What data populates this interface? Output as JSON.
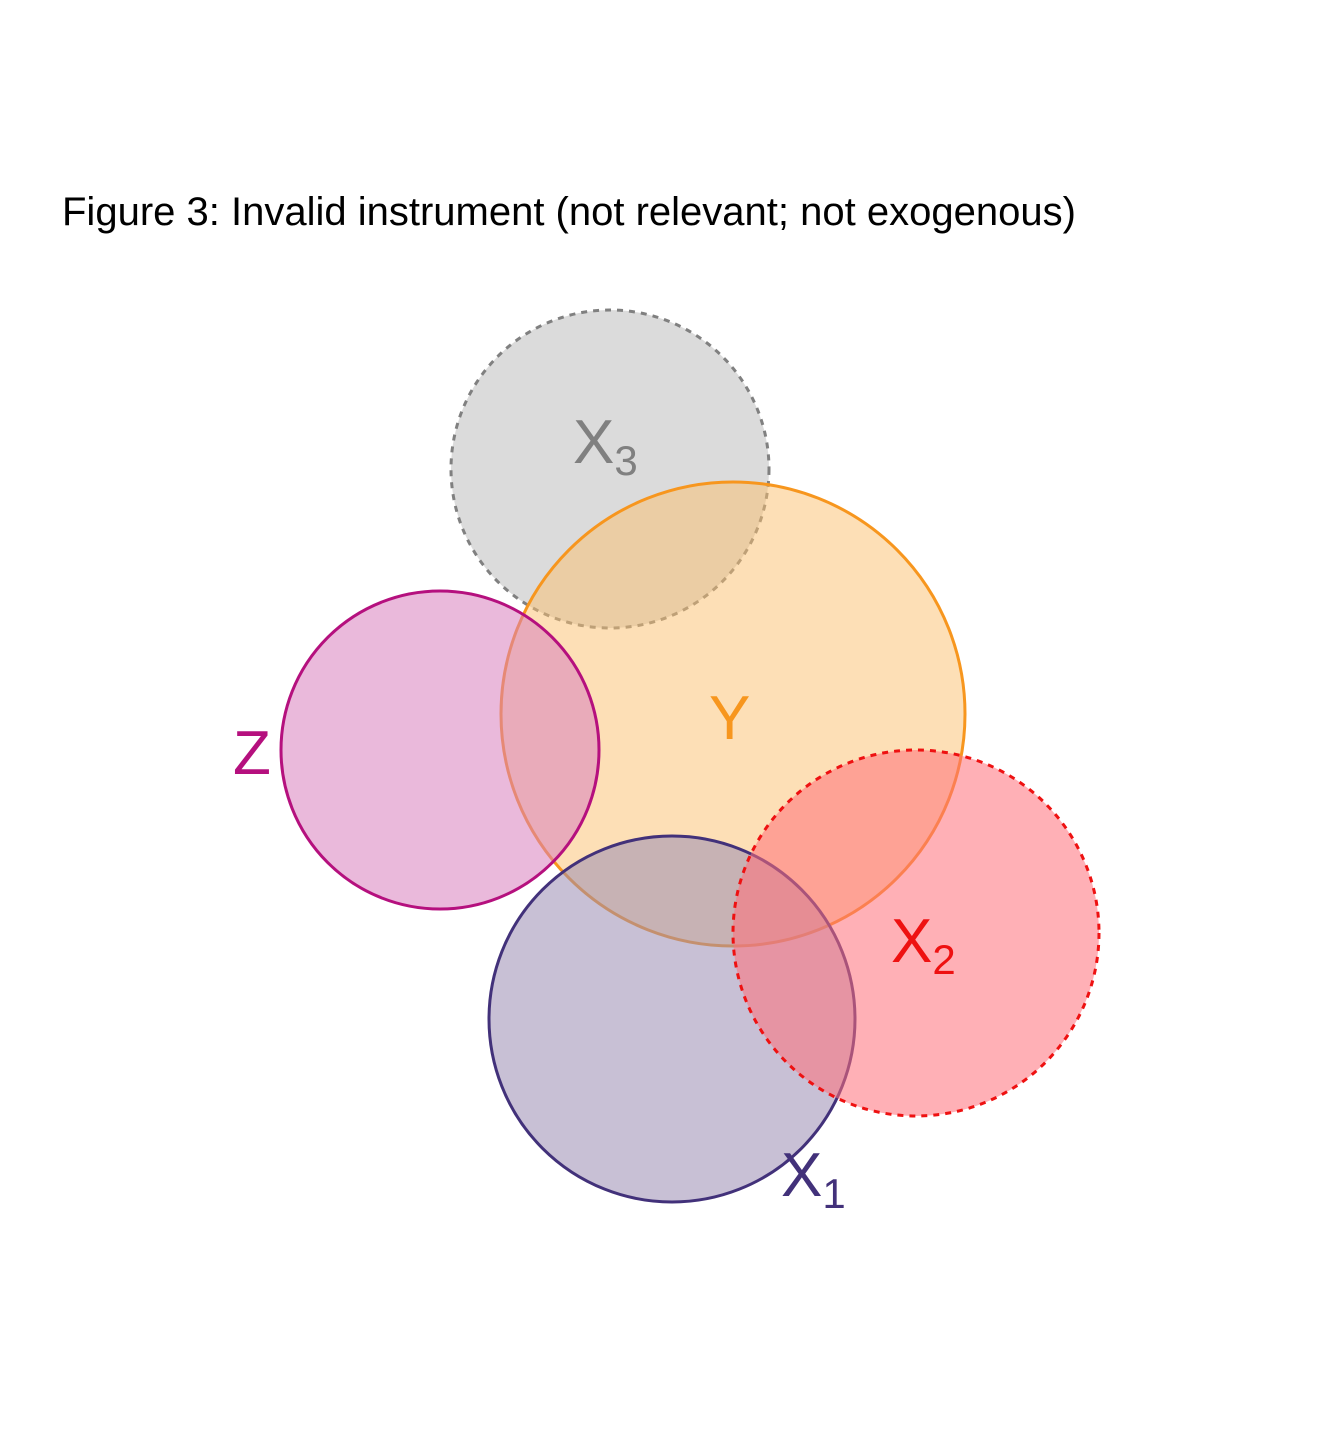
{
  "title": "Figure 3: Invalid instrument (not relevant; not exogenous)",
  "circles": {
    "x3": {
      "label": "X",
      "subscript": "3",
      "fill": "#bdbdbd",
      "stroke": "#808080",
      "text_color": "#808080"
    },
    "y": {
      "label": "Y",
      "subscript": "",
      "fill": "#fcbf6e",
      "stroke": "#f7961e",
      "text_color": "#f7961e"
    },
    "z": {
      "label": "Z",
      "subscript": "",
      "fill": "#d97fbd",
      "stroke": "#b5107e",
      "text_color": "#b5107e"
    },
    "x1": {
      "label": "X",
      "subscript": "1",
      "fill": "#9a8cb3",
      "stroke": "#42317a",
      "text_color": "#42317a"
    },
    "x2": {
      "label": "X",
      "subscript": "2",
      "fill": "#ff6f7a",
      "stroke": "#ee1111",
      "text_color": "#ee1111"
    }
  }
}
